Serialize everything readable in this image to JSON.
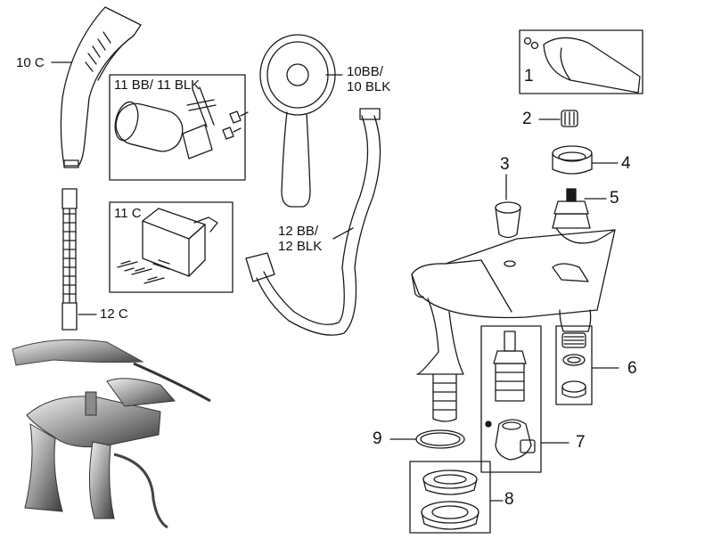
{
  "callouts": {
    "c10": "10 C",
    "c11bb": "11 BB/ 11 BLK",
    "c11c": "11 C",
    "c10bb_l1": "10BB/",
    "c10bb_l2": "10 BLK",
    "c12bb_l1": "12 BB/",
    "c12bb_l2": "12 BLK",
    "c12c": "12 C"
  },
  "parts": [
    "1",
    "2",
    "3",
    "4",
    "5",
    "6",
    "7",
    "8",
    "9"
  ],
  "colors": {
    "line": "#1a1a1a",
    "chrome_dark": "#555555",
    "chrome_light": "#cfcfcf"
  }
}
